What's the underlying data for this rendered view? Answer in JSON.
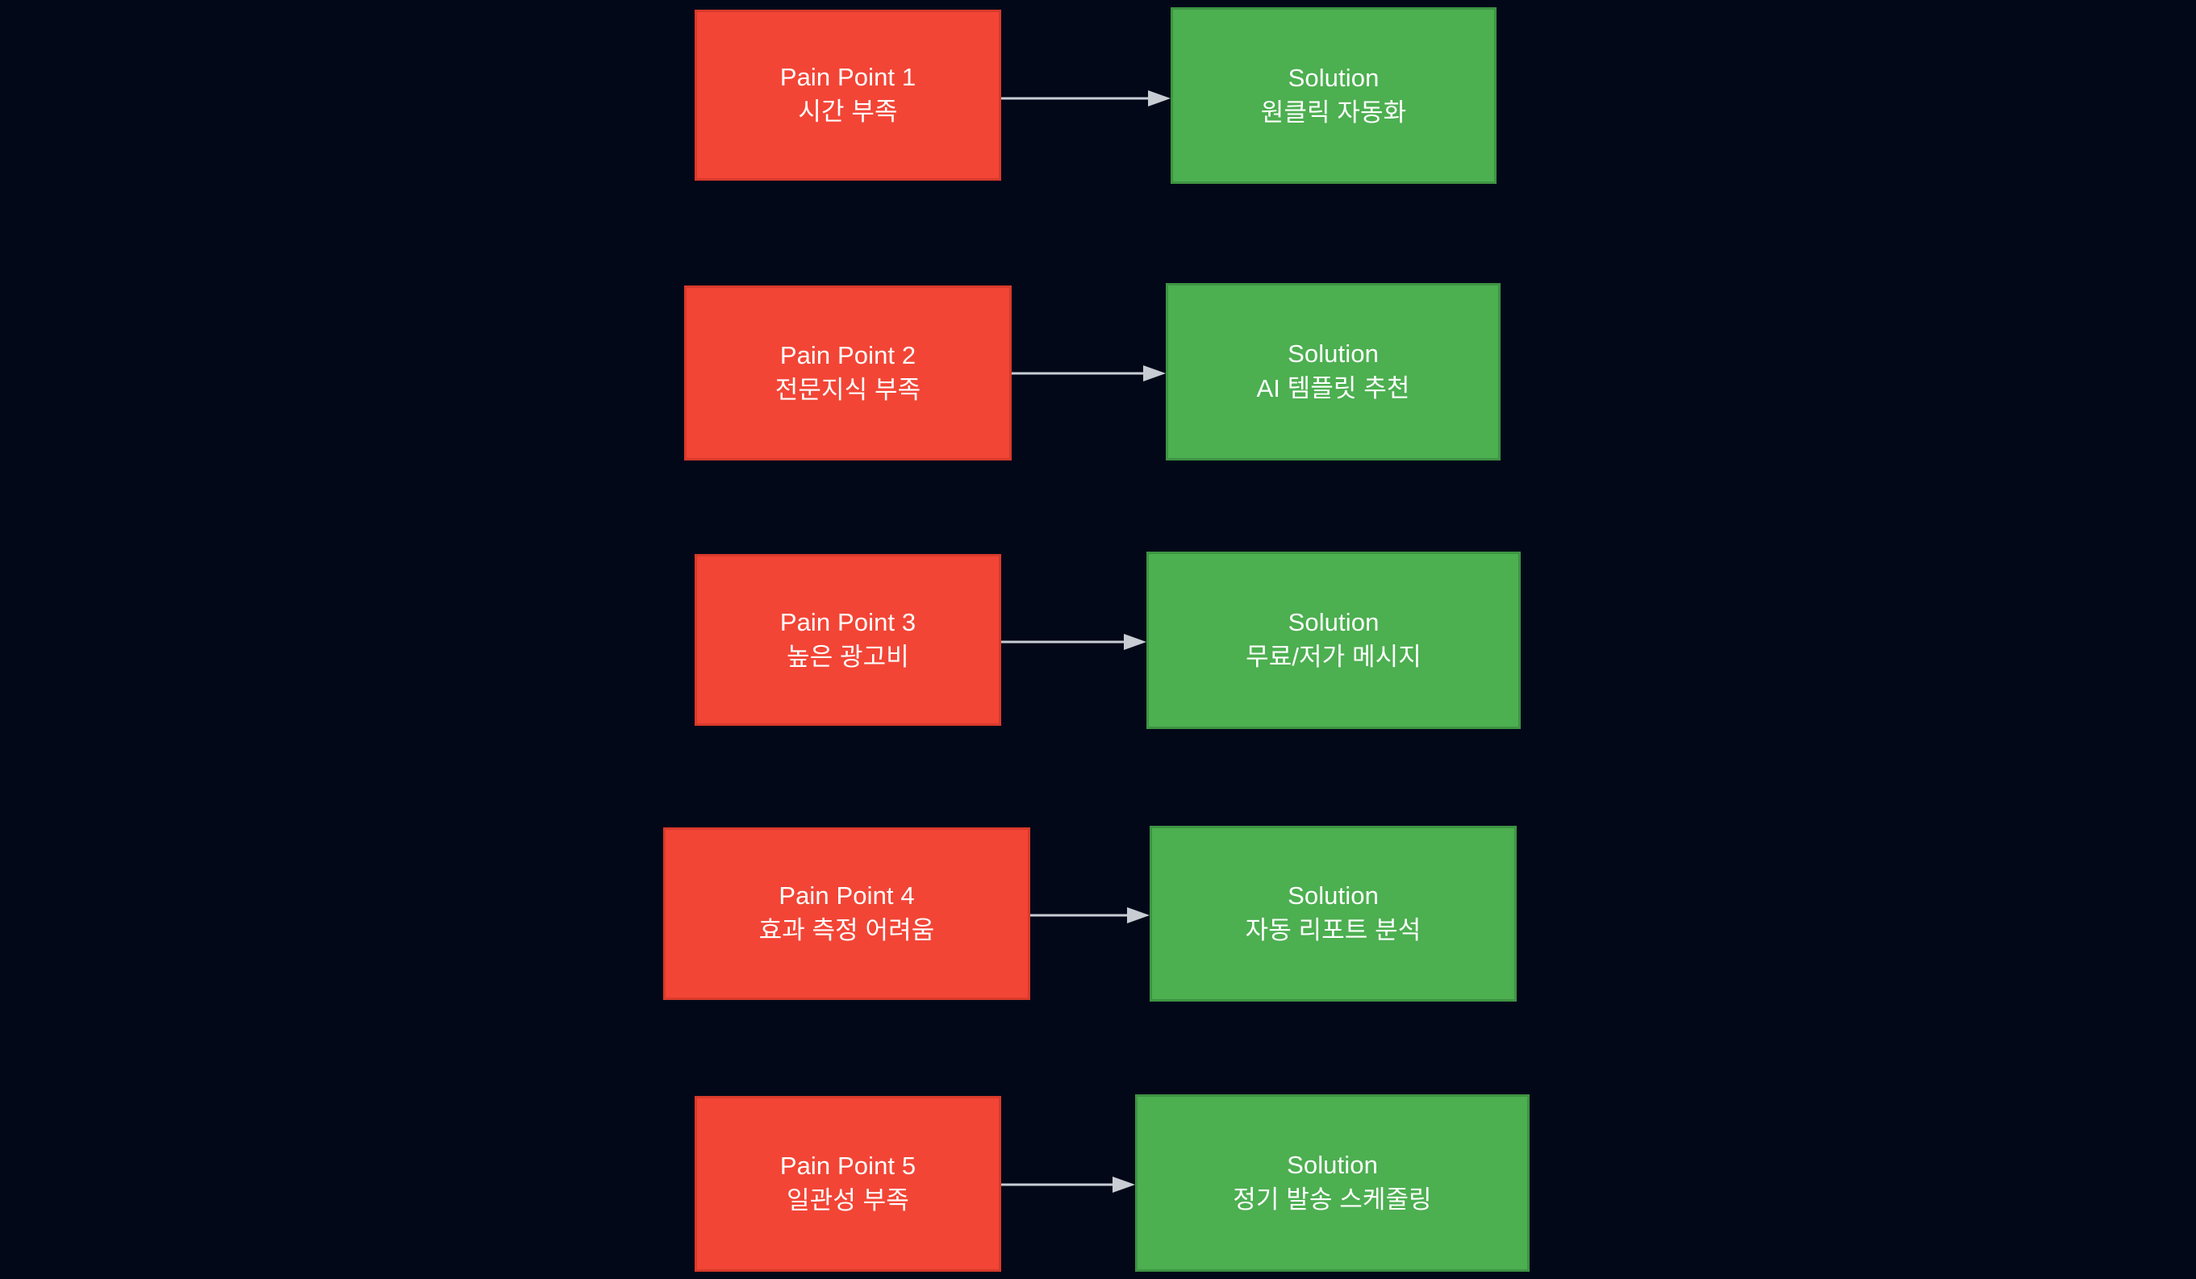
{
  "diagram": {
    "type": "flowchart",
    "orientation": "left-to-right pairs",
    "background_color": "#030818",
    "pain_color": "#F24536",
    "pain_border_color": "#D93A2B",
    "solution_color": "#4CAF50",
    "solution_border_color": "#3E9443",
    "arrow_color": "#C8CDD4",
    "text_color": "#FFFFFF",
    "rows": [
      {
        "pain": {
          "title": "Pain Point 1",
          "detail": "시간 부족"
        },
        "solution": {
          "title": "Solution",
          "detail": "원클릭 자동화"
        },
        "arrow": "arrow-right"
      },
      {
        "pain": {
          "title": "Pain Point 2",
          "detail": "전문지식 부족"
        },
        "solution": {
          "title": "Solution",
          "detail": "AI 템플릿 추천"
        },
        "arrow": "arrow-right"
      },
      {
        "pain": {
          "title": "Pain Point 3",
          "detail": "높은 광고비"
        },
        "solution": {
          "title": "Solution",
          "detail": "무료/저가 메시지"
        },
        "arrow": "arrow-right"
      },
      {
        "pain": {
          "title": "Pain Point 4",
          "detail": "효과 측정 어려움"
        },
        "solution": {
          "title": "Solution",
          "detail": "자동 리포트 분석"
        },
        "arrow": "arrow-right"
      },
      {
        "pain": {
          "title": "Pain Point 5",
          "detail": "일관성 부족"
        },
        "solution": {
          "title": "Solution",
          "detail": "정기 발송 스케줄링"
        },
        "arrow": "arrow-right"
      }
    ]
  }
}
